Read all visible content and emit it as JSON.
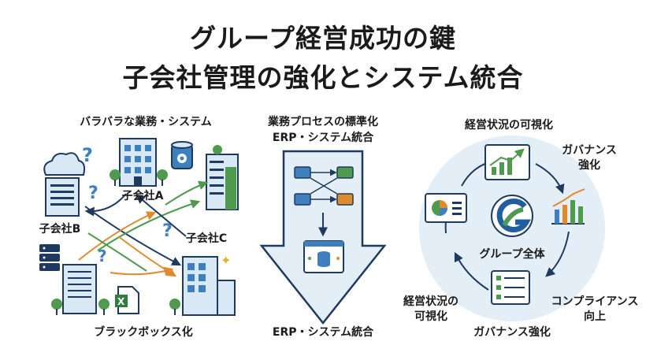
{
  "title": {
    "line1": "グループ経営成功の鍵",
    "line2": "子会社管理の強化とシステム統合"
  },
  "left": {
    "heading": "バラバラな業務・システム",
    "company_a": "子会社A",
    "company_b": "子会社B",
    "company_c": "子会社C",
    "footer": "ブラックボックス化"
  },
  "middle": {
    "heading_line1": "業務プロセスの標準化",
    "heading_line2": "ERP・システム統合",
    "footer": "ERP・システム統合"
  },
  "right": {
    "top": "経営状況の可視化",
    "top_right_line1": "ガバナンス",
    "top_right_line2": "強化",
    "center": "グループ全体",
    "bottom_left_line1": "経営状況の",
    "bottom_left_line2": "可視化",
    "bottom_right_line1": "コンプライアンス",
    "bottom_right_line2": "向上",
    "bottom": "ガバナンス強化"
  },
  "colors": {
    "navy": "#1f3a5f",
    "blue": "#3f7fbf",
    "green": "#4f9a4f",
    "orange": "#e08a2e",
    "light_blue": "#d8e9f5",
    "circle": "#e3eef7"
  }
}
